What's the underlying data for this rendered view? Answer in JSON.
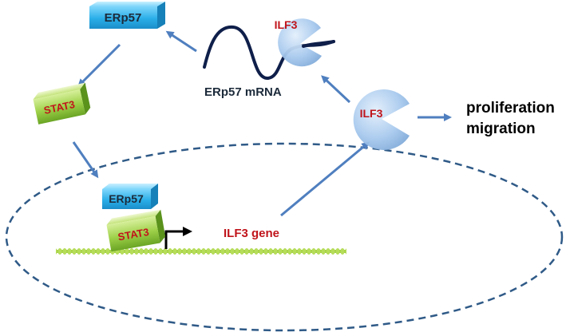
{
  "labels": {
    "erp57_top": "ERp57",
    "erp57_nucleus": "ERp57",
    "stat3_top": "STAT3",
    "stat3_nucleus": "STAT3",
    "ilf3_mrna_bound": "ILF3",
    "ilf3_free": "ILF3",
    "mrna": "ERp57 mRNA",
    "gene": "ILF3 gene",
    "outcome_1": "proliferation",
    "outcome_2": "migration"
  },
  "colors": {
    "erp57_box": "#2aaee8",
    "stat3_box": "#8cc63f",
    "ilf3_shape": "#9fc3ec",
    "arrow": "#4f7fbf",
    "nucleus_border": "#2f5a87",
    "dna": "#9ccc3a",
    "mrna_strand": "#0f1f4a",
    "red_text": "#c0141b"
  }
}
